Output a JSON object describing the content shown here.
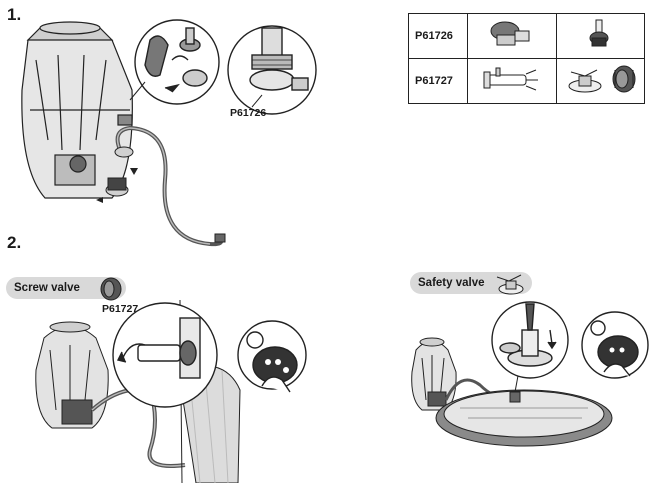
{
  "steps": {
    "step1": {
      "number": "1."
    },
    "step2": {
      "number": "2."
    }
  },
  "callouts": {
    "part_a": "P61726",
    "part_b": "P61727"
  },
  "valves": {
    "screw": {
      "label": "Screw valve",
      "icon": "screw-valve-icon"
    },
    "safety": {
      "label": "Safety valve",
      "icon": "safety-valve-icon"
    }
  },
  "parts_table": {
    "rows": [
      {
        "code": "P61726",
        "images": [
          "hose-adapter-icon",
          "screw-connector-icon"
        ]
      },
      {
        "code": "P61727",
        "images": [
          "plunger-valve-icon",
          "safety-valve-icon",
          "screw-valve-icon"
        ]
      }
    ]
  },
  "colors": {
    "line": "#222222",
    "fill_light": "#e8e8e8",
    "fill_dark": "#555555",
    "pill": "#d9d9d9"
  }
}
